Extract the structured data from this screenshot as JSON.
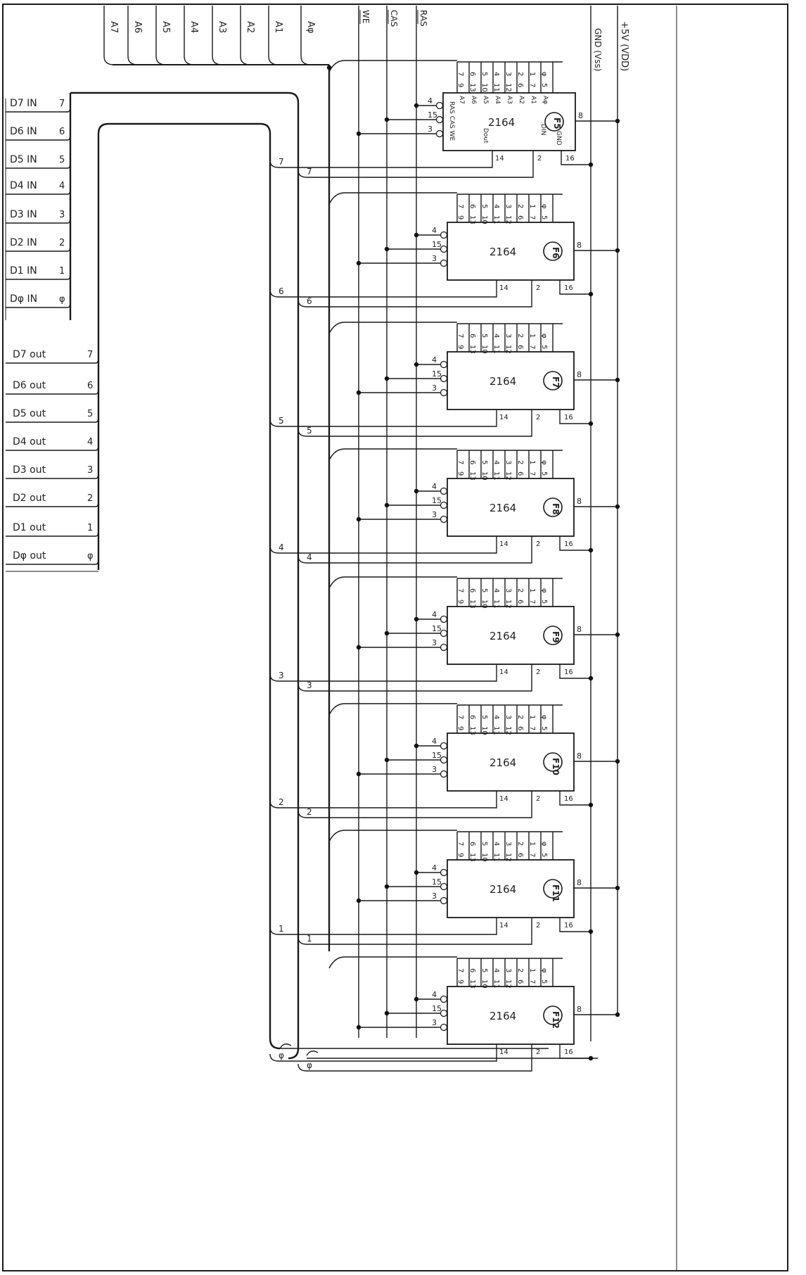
{
  "address_lines": [
    "A7",
    "A6",
    "A5",
    "A4",
    "A3",
    "A2",
    "A1",
    "Aφ"
  ],
  "control_lines": [
    "WE",
    "CAS",
    "RAS"
  ],
  "supply": {
    "vdd_label": "+5V (VDD)",
    "gnd_label": "GND (Vss)"
  },
  "data_in": [
    {
      "label": "D7 IN",
      "num": "7"
    },
    {
      "label": "D6 IN",
      "num": "6"
    },
    {
      "label": "D5 IN",
      "num": "5"
    },
    {
      "label": "D4 IN",
      "num": "4"
    },
    {
      "label": "D3 IN",
      "num": "3"
    },
    {
      "label": "D2 IN",
      "num": "2"
    },
    {
      "label": "D1 IN",
      "num": "1"
    },
    {
      "label": "Dφ IN",
      "num": "φ"
    }
  ],
  "data_out": [
    {
      "label": "D7 out",
      "num": "7"
    },
    {
      "label": "D6 out",
      "num": "6"
    },
    {
      "label": "D5 out",
      "num": "5"
    },
    {
      "label": "D4 out",
      "num": "4"
    },
    {
      "label": "D3 out",
      "num": "3"
    },
    {
      "label": "D2 out",
      "num": "2"
    },
    {
      "label": "D1 out",
      "num": "1"
    },
    {
      "label": "Dφ out",
      "num": "φ"
    }
  ],
  "chips": [
    {
      "ref": "F5",
      "part": "2164",
      "bit": "7"
    },
    {
      "ref": "F6",
      "part": "2164",
      "bit": "6"
    },
    {
      "ref": "F7",
      "part": "2164",
      "bit": "5"
    },
    {
      "ref": "F8",
      "part": "2164",
      "bit": "4"
    },
    {
      "ref": "F9",
      "part": "2164",
      "bit": "3"
    },
    {
      "ref": "F10",
      "part": "2164",
      "bit": "2"
    },
    {
      "ref": "F11",
      "part": "2164",
      "bit": "1"
    },
    {
      "ref": "F12",
      "part": "2164",
      "bit": "φ"
    }
  ],
  "addr_bits": [
    "7",
    "6",
    "5",
    "4",
    "3",
    "2",
    "1",
    "φ"
  ],
  "addr_pins": [
    "9",
    "13",
    "10",
    "11",
    "12",
    "6",
    "7",
    "5"
  ],
  "ctrl_pins": [
    "4",
    "15",
    "3"
  ],
  "pins": {
    "vdd": "8",
    "gnd": "16",
    "din": "2",
    "dout": "14"
  },
  "f5_pin_names": [
    "A7",
    "A6",
    "A5",
    "A4",
    "A3",
    "A2",
    "A1",
    "Aφ"
  ],
  "f5_ctrl_names": "RAS CAS WE",
  "f5_din": "DIN",
  "f5_dout": "Dout",
  "f5_gnd": "GND"
}
